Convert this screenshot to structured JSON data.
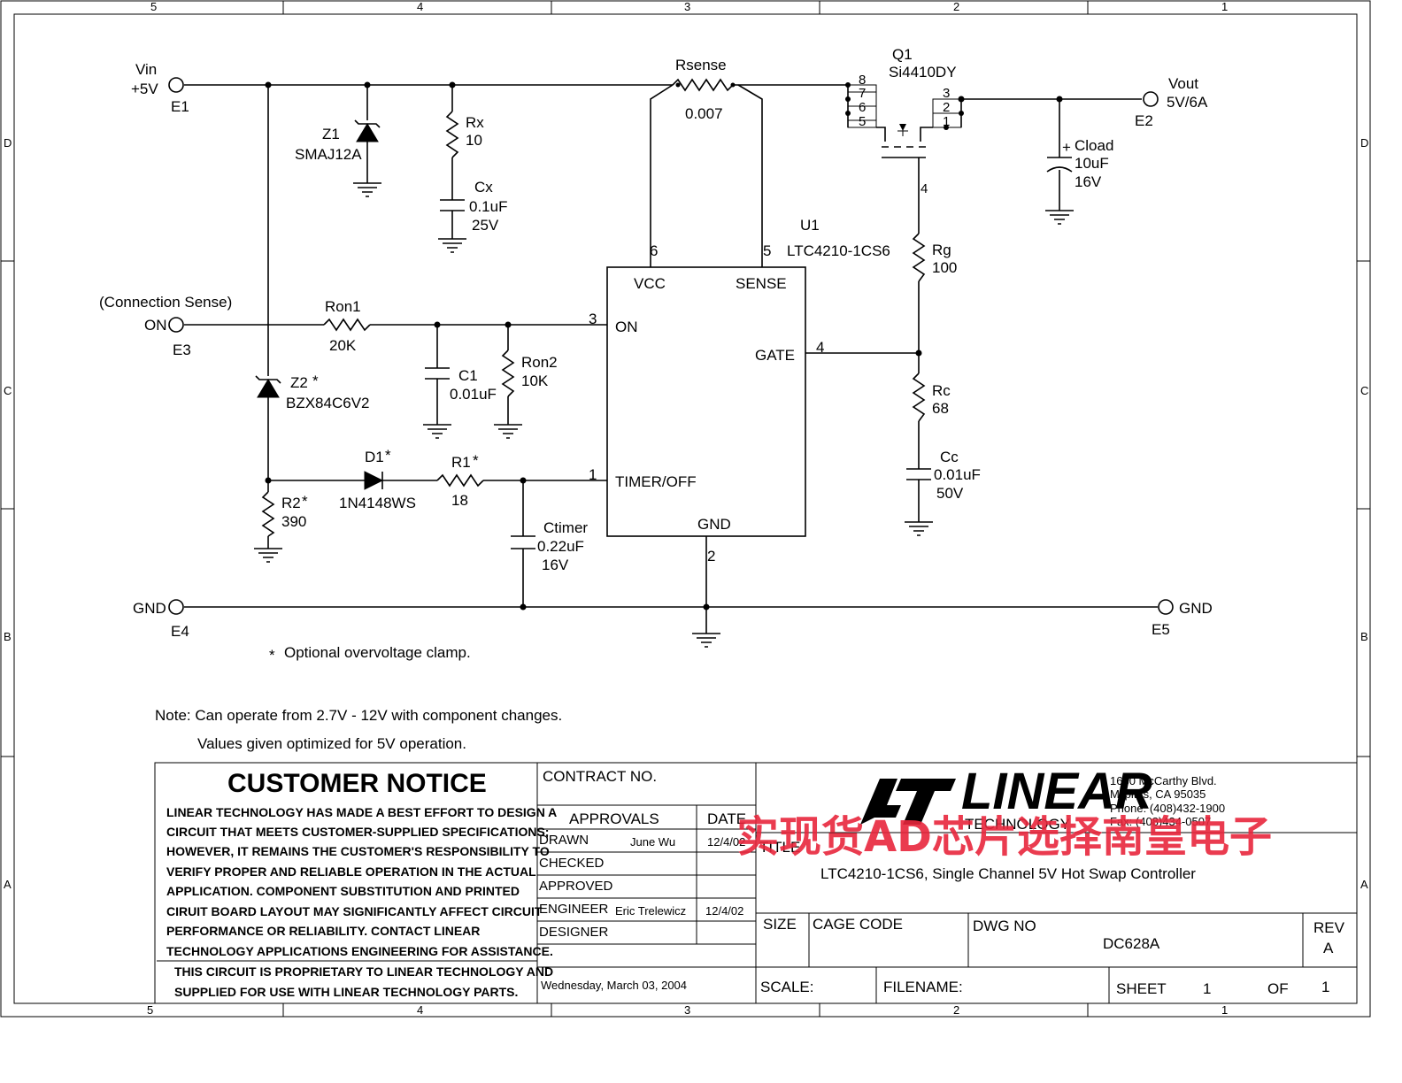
{
  "border": {
    "col_labels": [
      "5",
      "4",
      "3",
      "2",
      "1"
    ],
    "row_labels": [
      "D",
      "C",
      "B",
      "A"
    ]
  },
  "terminals": {
    "e1": {
      "name": "Vin",
      "value": "+5V",
      "ref": "E1"
    },
    "e2": {
      "name": "Vout",
      "value": "5V/6A",
      "ref": "E2"
    },
    "e3": {
      "note": "(Connection Sense)",
      "name": "ON",
      "ref": "E3"
    },
    "e4": {
      "name": "GND",
      "ref": "E4"
    },
    "e5": {
      "name": "GND",
      "ref": "E5"
    }
  },
  "components": {
    "z1": {
      "ref": "Z1",
      "value": "SMAJ12A"
    },
    "rx": {
      "ref": "Rx",
      "value": "10"
    },
    "cx": {
      "ref": "Cx",
      "value": "0.1uF",
      "rating": "25V"
    },
    "rsense": {
      "ref": "Rsense",
      "value": "0.007"
    },
    "q1": {
      "ref": "Q1",
      "value": "Si4410DY",
      "pins": [
        "8",
        "7",
        "6",
        "5",
        "3",
        "2",
        "1",
        "4"
      ]
    },
    "cload": {
      "ref": "Cload",
      "value": "10uF",
      "rating": "16V",
      "polarity": "+"
    },
    "u1": {
      "ref": "U1",
      "value": "LTC4210-1CS6",
      "pins": {
        "vcc": "VCC",
        "sense": "SENSE",
        "on": "ON",
        "gate": "GATE",
        "timer": "TIMER/OFF",
        "gnd": "GND"
      },
      "pin_numbers": {
        "vcc": "6",
        "sense": "5",
        "on": "3",
        "gate": "4",
        "timer": "1",
        "gnd": "2"
      }
    },
    "rg": {
      "ref": "Rg",
      "value": "100"
    },
    "rc": {
      "ref": "Rc",
      "value": "68"
    },
    "cc": {
      "ref": "Cc",
      "value": "0.01uF",
      "rating": "50V"
    },
    "ron1": {
      "ref": "Ron1",
      "value": "20K"
    },
    "c1": {
      "ref": "C1",
      "value": "0.01uF"
    },
    "ron2": {
      "ref": "Ron2",
      "value": "10K"
    },
    "z2": {
      "ref": "Z2",
      "star": "*",
      "value": "BZX84C6V2"
    },
    "d1": {
      "ref": "D1",
      "star": "*",
      "value": "1N4148WS"
    },
    "r1": {
      "ref": "R1",
      "star": "*",
      "value": "18"
    },
    "r2": {
      "ref": "R2",
      "star": "*",
      "value": "390"
    },
    "ctimer": {
      "ref": "Ctimer",
      "value": "0.22uF",
      "rating": "16V"
    }
  },
  "notes": {
    "star": "*",
    "clamp": "Optional overvoltage clamp.",
    "note1": "Note: Can operate from 2.7V - 12V with component changes.",
    "note2": "Values given optimized for 5V operation."
  },
  "title_block": {
    "customer_notice_title": "CUSTOMER NOTICE",
    "customer_notice_lines": [
      "LINEAR TECHNOLOGY HAS MADE A BEST EFFORT TO DESIGN A",
      "CIRCUIT THAT MEETS CUSTOMER-SUPPLIED SPECIFICATIONS;",
      "HOWEVER, IT REMAINS THE CUSTOMER'S RESPONSIBILITY TO",
      "VERIFY PROPER AND RELIABLE OPERATION IN THE ACTUAL",
      "APPLICATION.  COMPONENT SUBSTITUTION AND PRINTED",
      "CIRUIT BOARD LAYOUT MAY SIGNIFICANTLY AFFECT CIRCUIT",
      "PERFORMANCE OR RELIABILITY.  CONTACT LINEAR",
      "TECHNOLOGY APPLICATIONS ENGINEERING FOR ASSISTANCE."
    ],
    "proprietary_lines": [
      "THIS CIRCUIT IS PROPRIETARY TO LINEAR TECHNOLOGY AND",
      "SUPPLIED FOR USE WITH LINEAR TECHNOLOGY PARTS."
    ],
    "contract_label": "CONTRACT NO.",
    "approvals_label": "APPROVALS",
    "date_label": "DATE",
    "drawn_label": "DRAWN",
    "drawn_name": "June Wu",
    "drawn_date": "12/4/02",
    "checked_label": "CHECKED",
    "approved_label": "APPROVED",
    "engineer_label": "ENGINEER",
    "engineer_name": "Eric Trelewicz",
    "engineer_date": "12/4/02",
    "designer_label": "DESIGNER",
    "print_date": "Wednesday, March 03, 2004",
    "logo_word": "LINEAR",
    "logo_sub": "TECHNOLOGY",
    "address_lines": [
      "1630 McCarthy Blvd.",
      "Milpitas, CA 95035",
      "Phone: (408)432-1900",
      "Fax: (408)434-0507"
    ],
    "title_label": "TITLE",
    "title_text": "LTC4210-1CS6, Single Channel 5V Hot Swap Controller",
    "size_label": "SIZE",
    "cage_label": "CAGE CODE",
    "dwg_label": "DWG NO",
    "dwg_no": "DC628A",
    "rev_label": "REV",
    "rev": "A",
    "scale_label": "SCALE:",
    "filename_label": "FILENAME:",
    "sheet_label": "SHEET",
    "sheet_no": "1",
    "of_label": "OF",
    "sheet_total": "1"
  },
  "watermark": "实现货AD芯片选择南皇电子"
}
